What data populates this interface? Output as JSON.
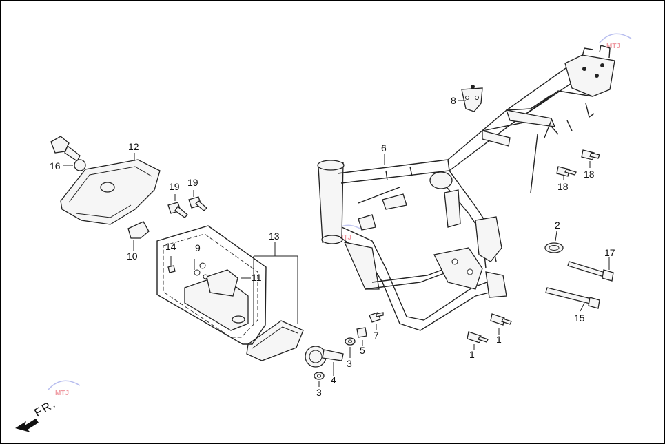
{
  "diagram": {
    "border_color": "#000000",
    "labels": {
      "p1a": "1",
      "p1b": "1",
      "p2": "2",
      "p3a": "3",
      "p3b": "3",
      "p4": "4",
      "p5": "5",
      "p6": "6",
      "p7": "7",
      "p8": "8",
      "p9": "9",
      "p10": "10",
      "p11": "11",
      "p12": "12",
      "p13": "13",
      "p14": "14",
      "p15": "15",
      "p16": "16",
      "p17": "17",
      "p18a": "18",
      "p18b": "18",
      "p19a": "19",
      "p19b": "19"
    },
    "direction_label": "FR.",
    "watermark_text": "MTJ",
    "watermark_color": "#dd2233"
  }
}
